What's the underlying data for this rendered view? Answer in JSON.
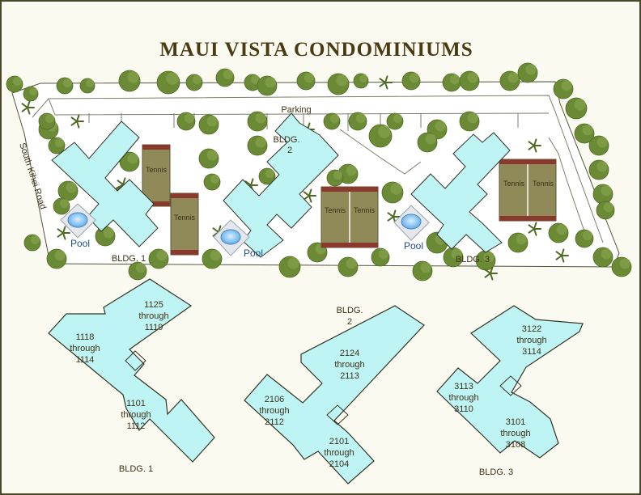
{
  "title": "MAUI VISTA CONDOMINIUMS",
  "site": {
    "parking_label": "Parking",
    "road_label": "South Kihei Road",
    "pool_label": "Pool",
    "tennis_label": "Tennis",
    "bldg1_label": "BLDG. 1",
    "bldg2_label_line1": "BLDG.",
    "bldg2_label_line2": "2",
    "bldg3_label": "BLDG. 3"
  },
  "detail": {
    "bldg1": {
      "label": "BLDG. 1",
      "wing_top": [
        "1125",
        "through",
        "1119"
      ],
      "wing_left": [
        "1118",
        "through",
        "1114"
      ],
      "wing_bottom": [
        "1101",
        "through",
        "1112"
      ]
    },
    "bldg2": {
      "label_line1": "BLDG.",
      "label_line2": "2",
      "wing_top": [
        "2124",
        "through",
        "2113"
      ],
      "wing_left": [
        "2106",
        "through",
        "2112"
      ],
      "wing_bottom": [
        "2101",
        "through",
        "2104"
      ]
    },
    "bldg3": {
      "label": "BLDG. 3",
      "wing_top": [
        "3122",
        "through",
        "3114"
      ],
      "wing_left": [
        "3113",
        "through",
        "3110"
      ],
      "wing_bottom": [
        "3101",
        "through",
        "3108"
      ]
    }
  },
  "colors": {
    "background": "#fbfaf0",
    "border": "#4a4a2a",
    "building_fill": "#bff4f4",
    "building_stroke": "#333322",
    "tree": "#6b8a35",
    "tree_dark": "#4f6b22",
    "court": "#8f8a58",
    "court_end": "#8a3a2c",
    "pool": "#6fb3ea"
  }
}
